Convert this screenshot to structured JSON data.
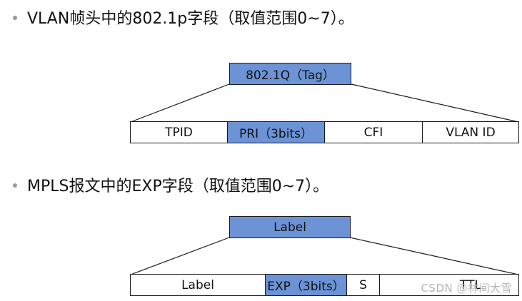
{
  "bullets": [
    "VLAN帧头中的802.1p字段（取值范围0~7）。",
    "MPLS报文中的EXP字段（取值范围0~7）。"
  ],
  "vlan": {
    "top_label": "802.1Q（Tag）",
    "fields": [
      "TPID",
      "PRI（3bits）",
      "CFI",
      "VLAN ID"
    ],
    "highlight_index": 1
  },
  "mpls": {
    "top_label": "Label",
    "fields": [
      "Label",
      "EXP（3bits）",
      "S",
      "TTL"
    ],
    "highlight_index": 1
  },
  "watermark": "CSDN @林间大雪",
  "colors": {
    "highlight": "#6b93d6",
    "border": "#1a1a1a",
    "bullet": "#9a9a9a"
  }
}
